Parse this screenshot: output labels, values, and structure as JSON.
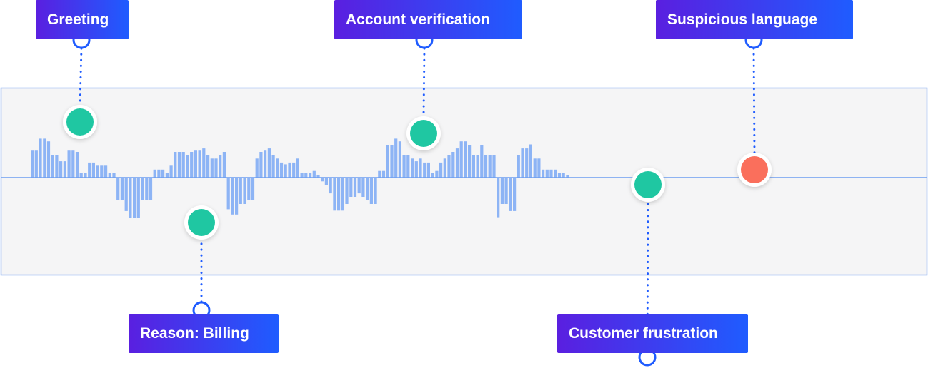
{
  "colors": {
    "panel_fill": "#f5f5f6",
    "panel_border": "#8fb3f2",
    "bar": "#8db4f5",
    "axis": "#6d9df0",
    "connector": "#1f5cff",
    "positive_marker": "#1fc7a2",
    "negative_marker": "#fa6f5c",
    "label_start": "#5a1fe0",
    "label_end": "#1f5cff"
  },
  "annotations": [
    {
      "id": "greeting",
      "text": "Greeting",
      "position": "top",
      "sentiment": "positive"
    },
    {
      "id": "reason-billing",
      "text": "Reason: Billing",
      "position": "bottom",
      "sentiment": "positive"
    },
    {
      "id": "account-verification",
      "text": "Account verification",
      "position": "top",
      "sentiment": "positive"
    },
    {
      "id": "customer-frustration",
      "text": "Customer frustration",
      "position": "bottom",
      "sentiment": "positive"
    },
    {
      "id": "suspicious-language",
      "text": "Suspicious language",
      "position": "top",
      "sentiment": "negative"
    }
  ],
  "chart_data": {
    "type": "bar",
    "values": [
      0.61,
      0.61,
      0.88,
      0.88,
      0.82,
      0.5,
      0.5,
      0.37,
      0.37,
      0.61,
      0.61,
      0.58,
      0.1,
      0.1,
      0.34,
      0.34,
      0.27,
      0.27,
      0.27,
      0.1,
      0.1,
      -0.5,
      -0.5,
      -0.74,
      -0.9,
      -0.9,
      -0.9,
      -0.5,
      -0.5,
      -0.5,
      0.18,
      0.18,
      0.18,
      0.1,
      0.27,
      0.58,
      0.58,
      0.58,
      0.5,
      0.58,
      0.61,
      0.61,
      0.66,
      0.5,
      0.43,
      0.43,
      0.5,
      0.58,
      -0.7,
      -0.82,
      -0.82,
      -0.58,
      -0.58,
      -0.5,
      -0.5,
      0.43,
      0.58,
      0.61,
      0.66,
      0.5,
      0.43,
      0.34,
      0.3,
      0.34,
      0.34,
      0.43,
      0.1,
      0.1,
      0.1,
      0.15,
      0.05,
      -0.07,
      -0.15,
      -0.34,
      -0.73,
      -0.73,
      -0.73,
      -0.58,
      -0.42,
      -0.42,
      -0.34,
      -0.42,
      -0.5,
      -0.58,
      -0.58,
      0.15,
      0.15,
      0.74,
      0.74,
      0.88,
      0.82,
      0.5,
      0.5,
      0.43,
      0.37,
      0.43,
      0.34,
      0.34,
      0.1,
      0.15,
      0.34,
      0.43,
      0.5,
      0.58,
      0.66,
      0.82,
      0.82,
      0.74,
      0.5,
      0.5,
      0.74,
      0.5,
      0.5,
      0.5,
      -0.88,
      -0.58,
      -0.58,
      -0.74,
      -0.74,
      0.5,
      0.66,
      0.66,
      0.75,
      0.43,
      0.43,
      0.18,
      0.18,
      0.18,
      0.18,
      0.1,
      0.1,
      0.05
    ]
  }
}
